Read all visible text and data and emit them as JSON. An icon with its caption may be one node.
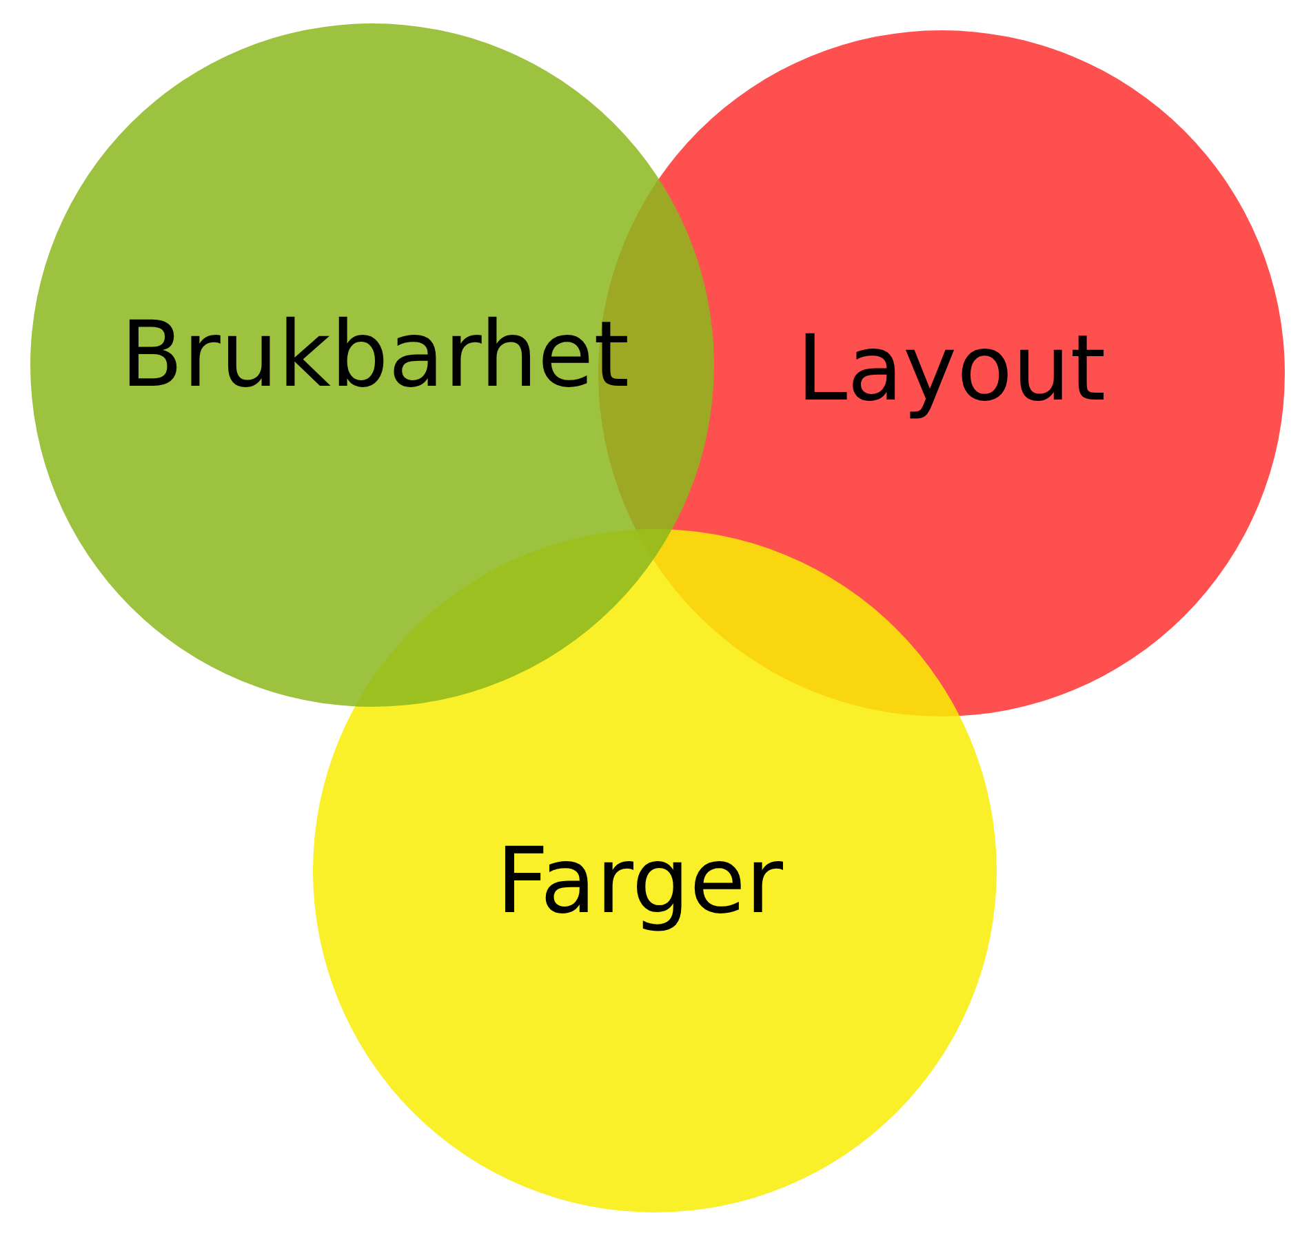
{
  "diagram": {
    "nodes": [
      {
        "text": [
          "Brukbarhet"
        ]
      },
      {
        "text": [
          "Layout"
        ]
      },
      {
        "text": [
          "Farger"
        ]
      }
    ]
  }
}
